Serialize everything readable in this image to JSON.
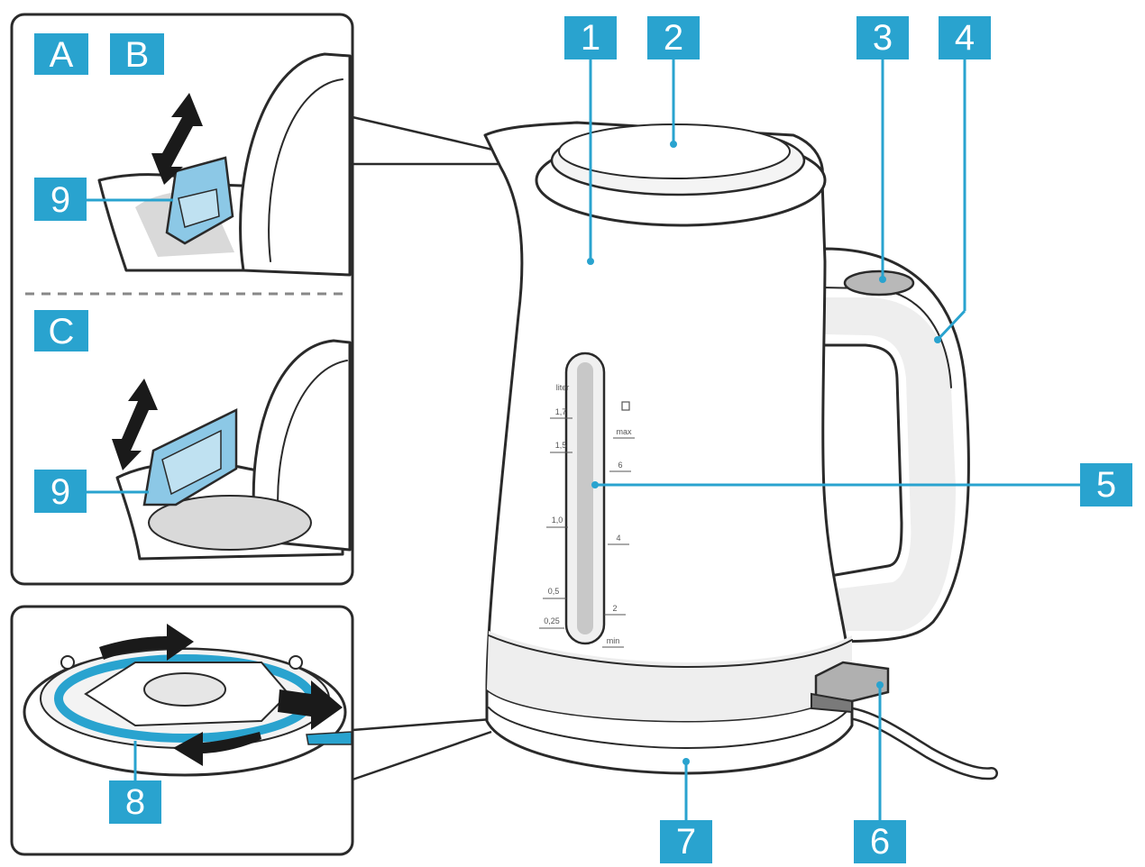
{
  "colors": {
    "label_fill": "#29a3cf",
    "label_text": "#ffffff",
    "filter_blue": "#8cc8e6",
    "outline": "#2a2a2a",
    "arrow": "#1a1a1a"
  },
  "panels": {
    "filter_top": {
      "tags": [
        "A",
        "B"
      ],
      "part": "9"
    },
    "filter_bottom": {
      "tag": "C",
      "part": "9"
    },
    "base": {
      "part": "8"
    }
  },
  "parts": {
    "p1": "1",
    "p2": "2",
    "p3": "3",
    "p4": "4",
    "p5": "5",
    "p6": "6",
    "p7": "7"
  },
  "water_scale": {
    "left_unit": "liter",
    "left_marks": [
      "1,7",
      "1,5",
      "1,0",
      "0,5",
      "0,25"
    ],
    "right_unit_icon": "cup-icon",
    "right_marks": [
      "max",
      "6",
      "4",
      "2",
      "min"
    ]
  }
}
